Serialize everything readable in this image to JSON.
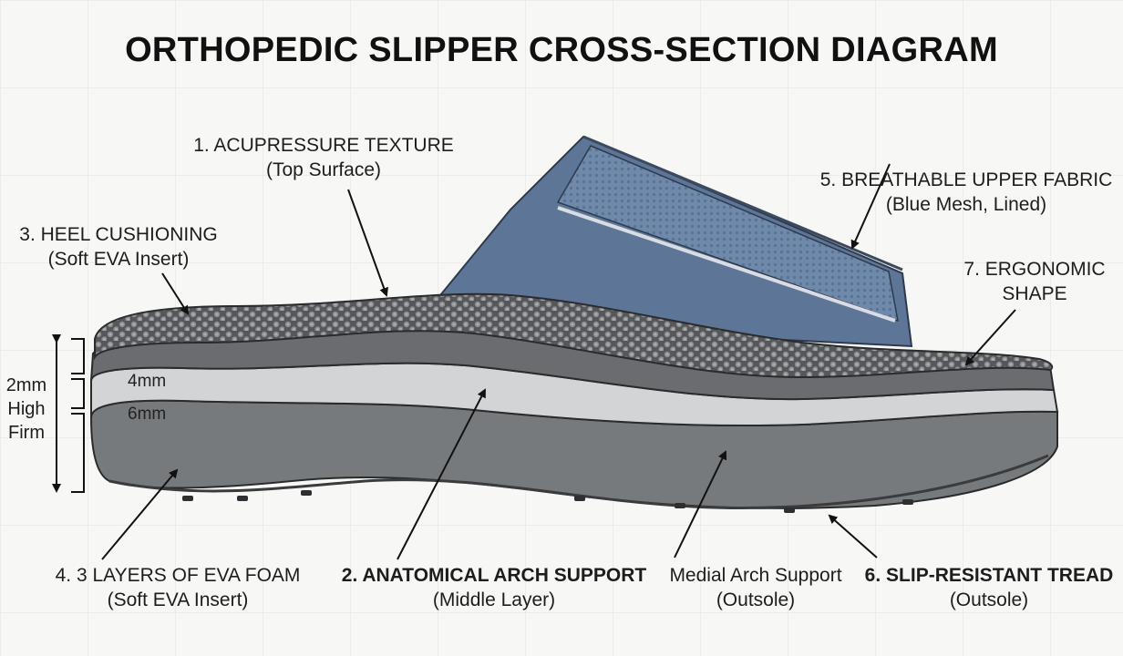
{
  "title": "ORTHOPEDIC SLIPPER CROSS-SECTION DIAGRAM",
  "labels": {
    "acupressure": {
      "line1": "1. ACUPRESSURE TEXTURE",
      "line2": "(Top Surface)"
    },
    "arch": {
      "line1": "2. ANATOMICAL ARCH SUPPORT",
      "line2": "(Middle Layer)"
    },
    "heel": {
      "line1": "3. HEEL CUSHIONING",
      "line2": "(Soft EVA Insert)"
    },
    "foam": {
      "line1": "4. 3 LAYERS OF EVA FOAM",
      "line2": "(Soft EVA Insert)"
    },
    "upper": {
      "line1": "5. BREATHABLE UPPER FABRIC",
      "line2": "(Blue Mesh, Lined)"
    },
    "tread": {
      "line1": "6. SLIP-RESISTANT TREAD",
      "line2": "(Outsole)"
    },
    "ergonomic": {
      "line1": "7. ERGONOMIC",
      "line2": "SHAPE"
    },
    "medial": {
      "line1": "Medial Arch Support",
      "line2": "(Outsole)"
    }
  },
  "dimensions": {
    "side_line1": "2mm",
    "side_line2": "High",
    "side_line3": "Firm",
    "layer1": "4mm",
    "layer2": "6mm"
  },
  "colors": {
    "upper_fabric": "#6a84a6",
    "top_surface": "#5a5c5f",
    "layer_dark": "#6b6d70",
    "layer_light": "#d3d5d6",
    "outsole": "#7a7c7f"
  }
}
